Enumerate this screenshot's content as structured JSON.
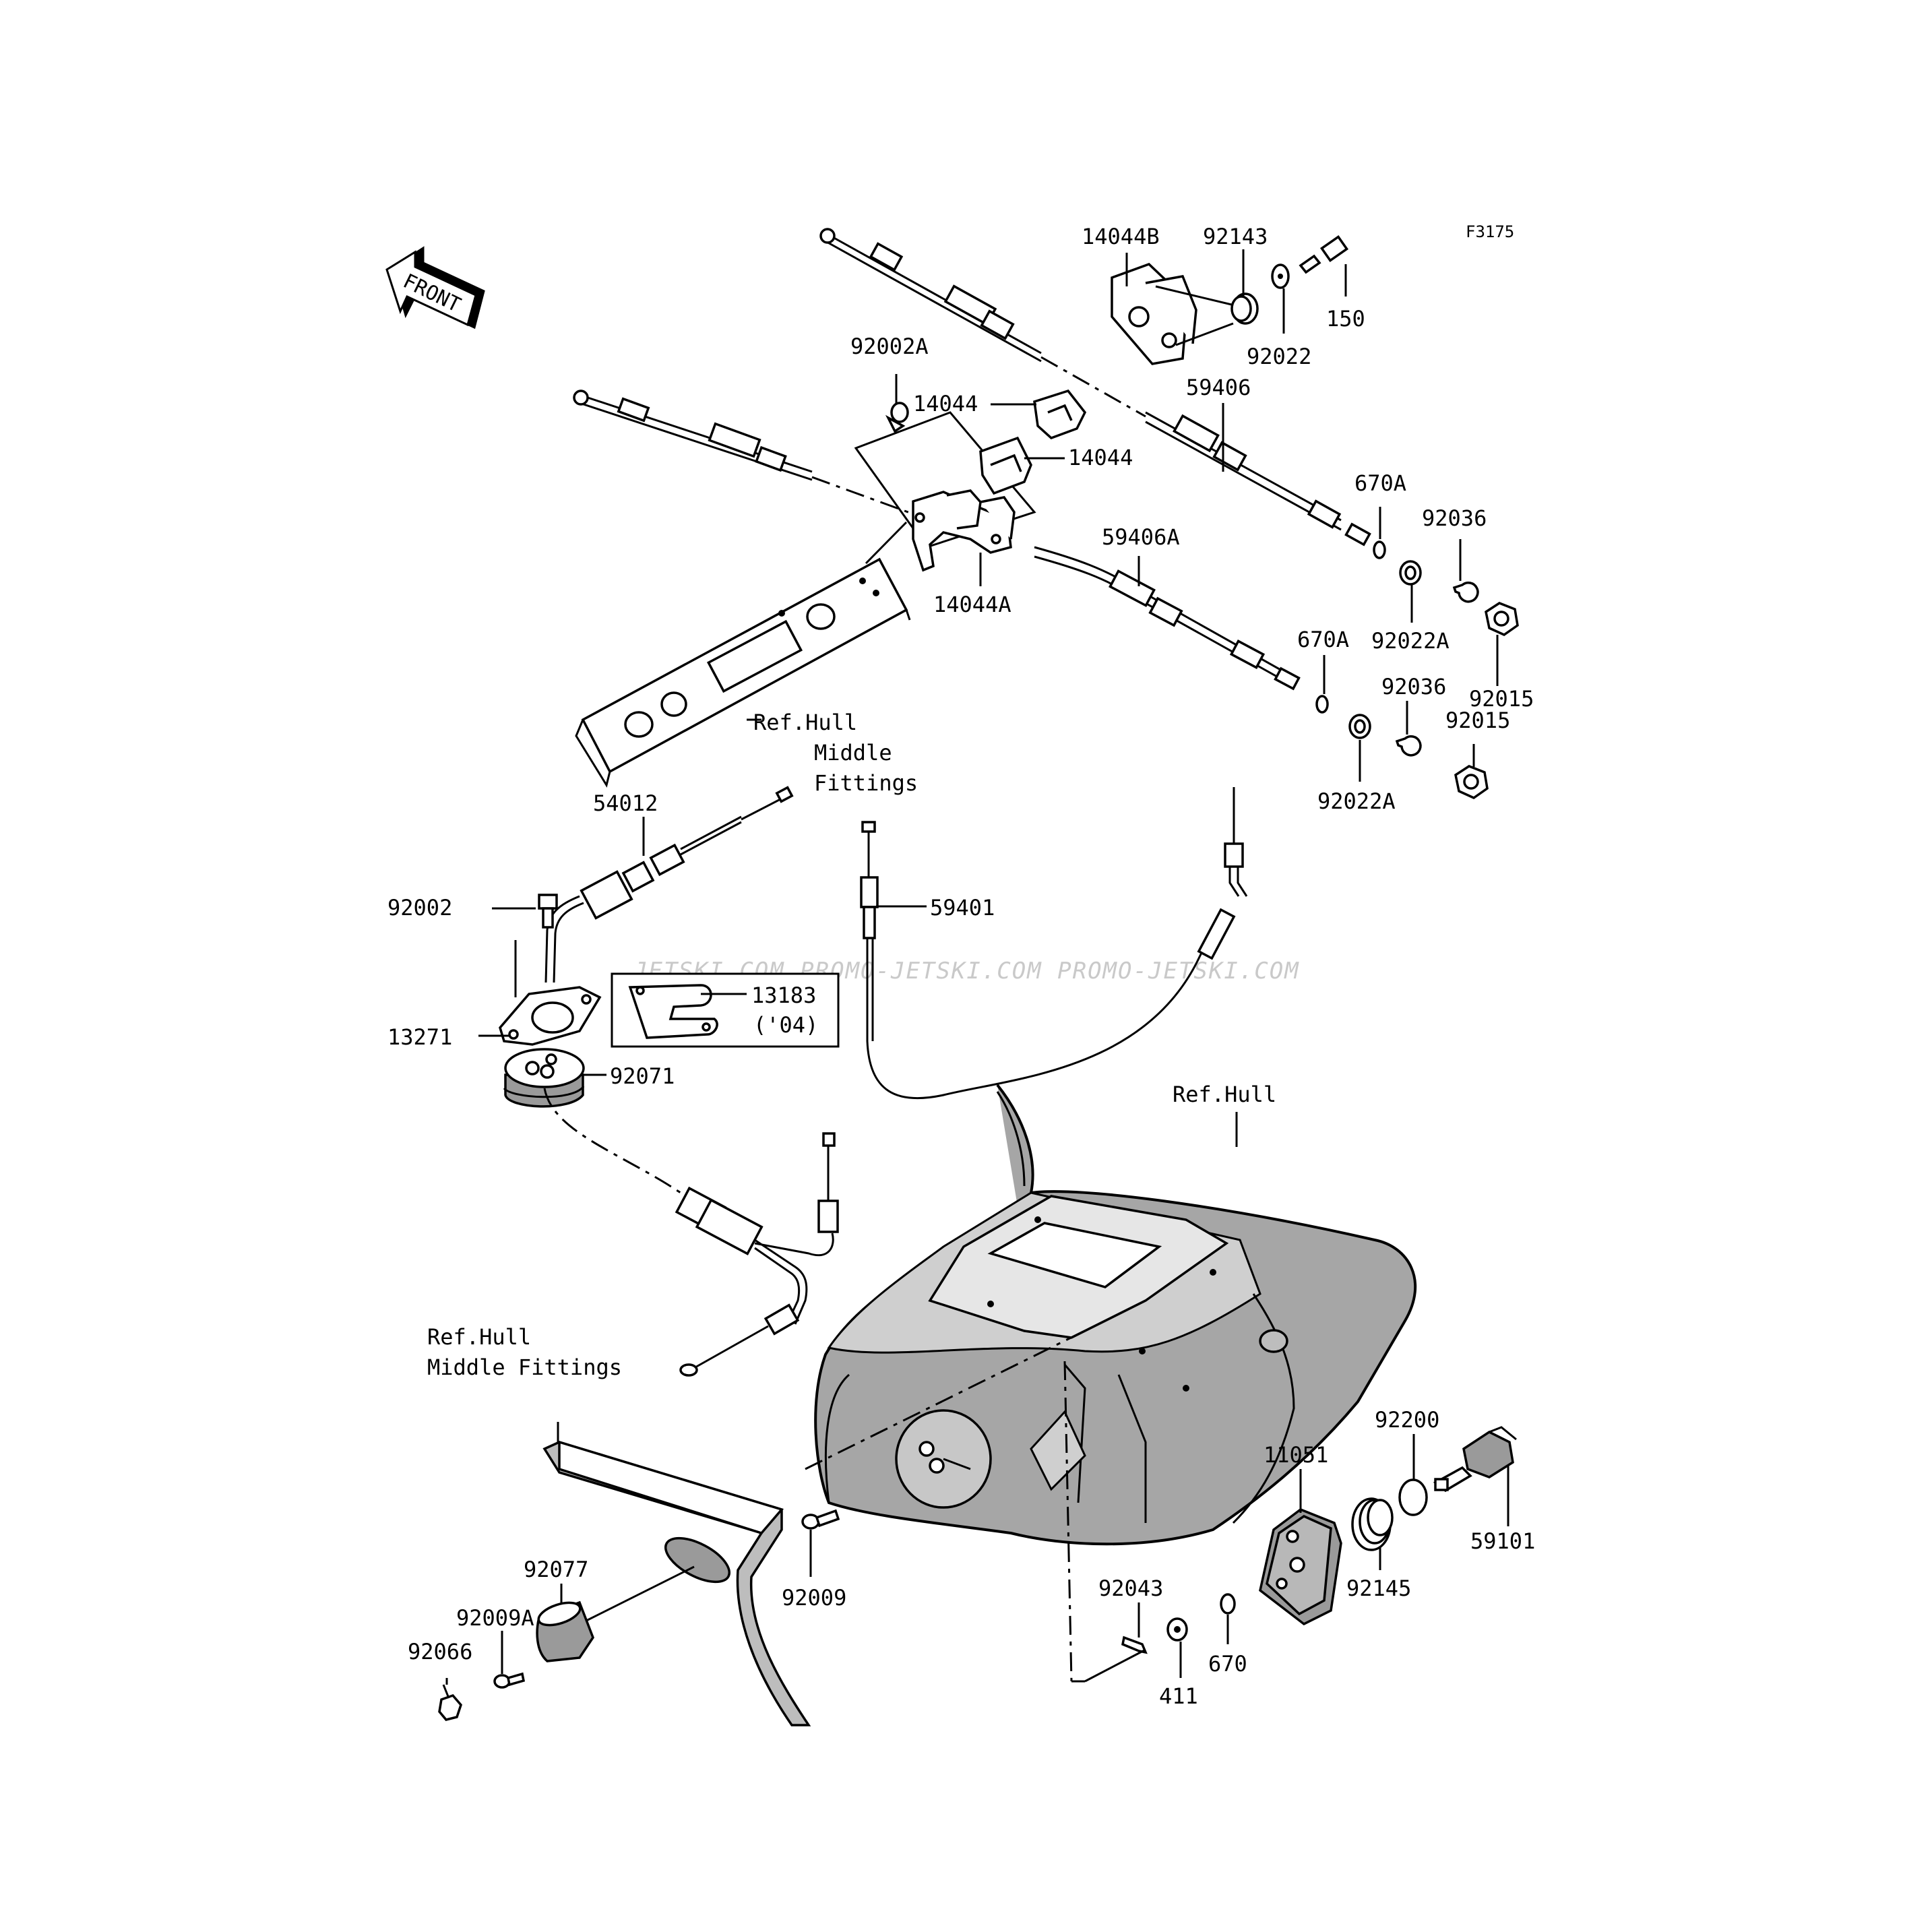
{
  "figure_code": "F3175",
  "front_label": "FRONT",
  "watermark": "JETSKI.COM  PROMO-JETSKI.COM  PROMO-JETSKI.COM",
  "callouts": {
    "p14044B": "14044B",
    "p92143": "92143",
    "p150": "150",
    "p92022": "92022",
    "p92002A": "92002A",
    "p14044_top": "14044",
    "p14044_mid": "14044",
    "p59406": "59406",
    "p670A_1": "670A",
    "p92036_1": "92036",
    "p59406A": "59406A",
    "p14044A": "14044A",
    "p92022A_1": "92022A",
    "p670A_2": "670A",
    "p92015_1": "92015",
    "p92036_2": "92036",
    "p92015_2": "92015",
    "p92022A_2": "92022A",
    "p54012": "54012",
    "p59401": "59401",
    "p92002": "92002",
    "p13183": "13183",
    "p13183_year": "('04)",
    "p13271": "13271",
    "p92071": "92071",
    "p11051": "11051",
    "p92200": "92200",
    "p59101": "59101",
    "p92145": "92145",
    "p92043": "92043",
    "p670": "670",
    "p411": "411",
    "p92077": "92077",
    "p92009A": "92009A",
    "p92066": "92066",
    "p92009": "92009"
  },
  "refs": {
    "hull_middle_1_line1": "Ref.Hull",
    "hull_middle_1_line2": "Middle",
    "hull_middle_1_line3": "Fittings",
    "hull": "Ref.Hull",
    "hull_middle_2_line1": "Ref.Hull",
    "hull_middle_2_line2": "Middle Fittings"
  }
}
